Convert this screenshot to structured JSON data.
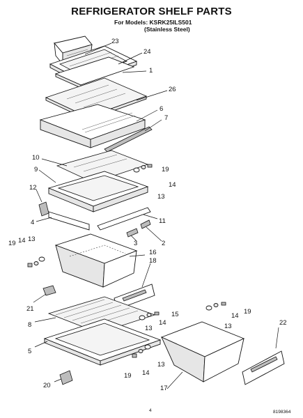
{
  "header": {
    "title": "REFRIGERATOR SHELF PARTS",
    "models_line": "For Models: KSRK25ILS501",
    "finish_line": "(Stainless Steel)"
  },
  "callouts": {
    "c23": "23",
    "c24": "24",
    "c1": "1",
    "c26": "26",
    "c6": "6",
    "c7": "7",
    "c10": "10",
    "c9": "9",
    "c19a": "19",
    "c14a": "14",
    "c13a": "13",
    "c12": "12",
    "c4": "4",
    "c11": "11",
    "c3": "3",
    "c2": "2",
    "c19b": "19",
    "c14b": "14",
    "c13b": "13",
    "c16": "16",
    "c18": "18",
    "c21": "21",
    "c15": "15",
    "c14c": "14",
    "c13c": "13",
    "c19c": "19",
    "c14d": "14",
    "c13d": "13",
    "c8": "8",
    "c22": "22",
    "c5": "5",
    "c19d": "19",
    "c14e": "14",
    "c13e": "13",
    "c20": "20",
    "c17": "17"
  },
  "footer": {
    "page_number": "4",
    "doc_number": "8198364"
  }
}
